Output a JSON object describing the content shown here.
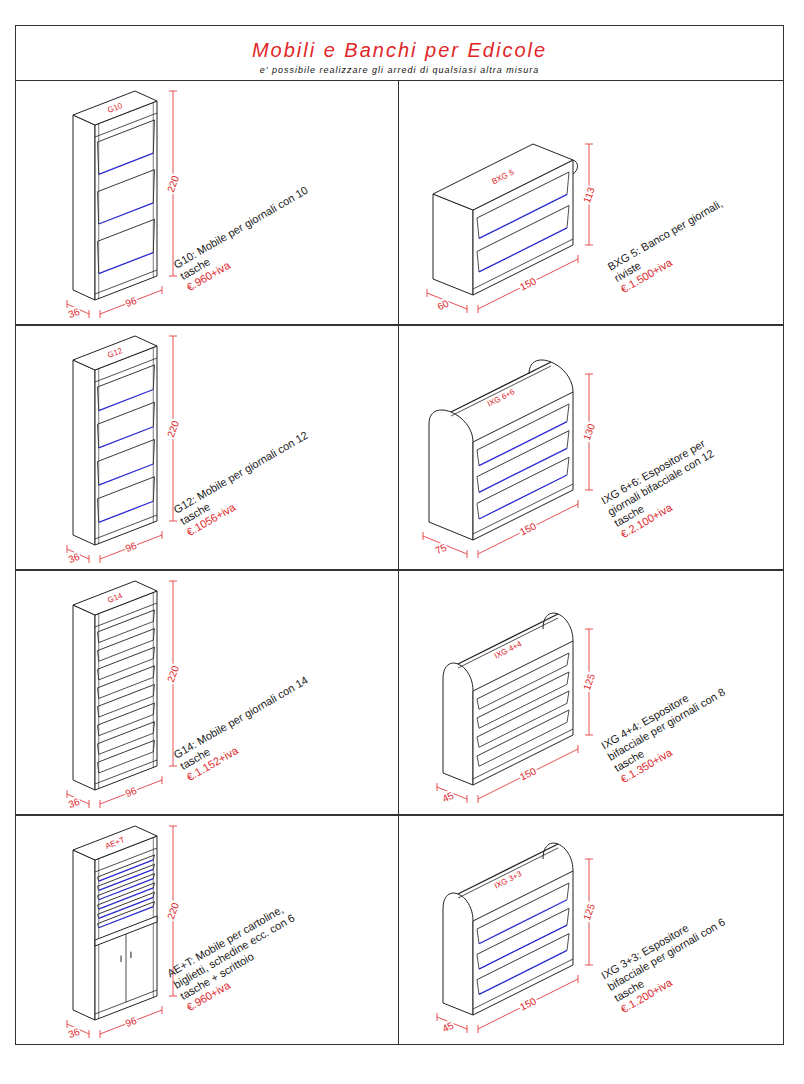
{
  "diagram": {
    "title": "Mobili e Banchi per Edicole",
    "nodes": [
      {
        "text": [
          "G10: Mobile per giornali con 10 tasche",
          "€.960+iva"
        ]
      },
      {
        "text": [
          "BXG 5: Banco per giornali, riviste",
          "€.1.500+iva"
        ]
      },
      {
        "text": [
          "G12: Mobile per giornali con 12 tasche",
          "€.1056+iva"
        ]
      },
      {
        "text": [
          "IXG 6+6: Espositore per giornali bifacciale con 12 tasche",
          "€.2.100+iva"
        ]
      },
      {
        "text": [
          "G14: Mobile per giornali con 14 tasche",
          "€.1.152+iva"
        ]
      },
      {
        "text": [
          "IXG 4+4: Espositore bifacciale per giornali con 8 tasche",
          "€.1.350+iva"
        ]
      },
      {
        "text": [
          "AE+T: Mobile per cartoline, biglietti, schedine ecc. con 6 tasche + scrittoio",
          "€.960+iva"
        ]
      },
      {
        "text": [
          "IXG 3+3: Espositore bifacciale per giornali con 6 tasche",
          "€.1.200+iva"
        ]
      }
    ],
    "labels": [
      "e' possibile realizzare gli arredi di qualsiasi altra misura",
      "G10",
      "220",
      "96",
      "36",
      "BXG 5",
      "113",
      "150",
      "60",
      "G12",
      "220",
      "96",
      "36",
      "IXG 6+6",
      "130",
      "150",
      "75",
      "G14",
      "220",
      "96",
      "36",
      "IXG 4+4",
      "125",
      "150",
      "45",
      "AE+T",
      "220",
      "96",
      "36",
      "IXG 3+3",
      "125",
      "150",
      "45"
    ]
  }
}
